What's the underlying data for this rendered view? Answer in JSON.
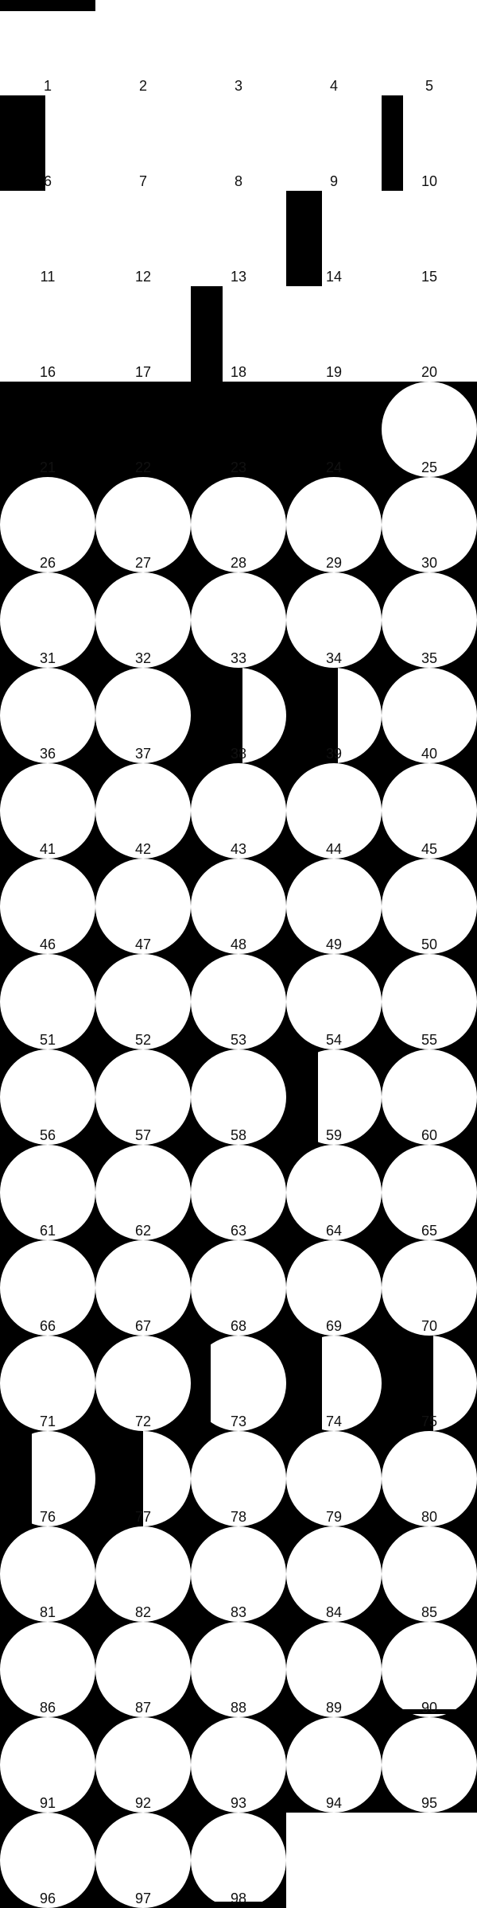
{
  "numbers": [
    "1",
    "2",
    "3",
    "4",
    "5",
    "6",
    "7",
    "8",
    "9",
    "10",
    "11",
    "12",
    "13",
    "14",
    "15",
    "16",
    "17",
    "18",
    "19",
    "20",
    "21",
    "22",
    "23",
    "24",
    "25",
    "26",
    "27",
    "28",
    "29",
    "30",
    "31",
    "32",
    "33",
    "34",
    "35",
    "36",
    "37",
    "38",
    "39",
    "40",
    "41",
    "42",
    "43",
    "44",
    "45",
    "46",
    "47",
    "48",
    "49",
    "50",
    "51",
    "52",
    "53",
    "54",
    "55",
    "56",
    "57",
    "58",
    "59",
    "60",
    "61",
    "62",
    "63",
    "64",
    "65",
    "66",
    "67",
    "68",
    "69",
    "70",
    "71",
    "72",
    "73",
    "74",
    "75",
    "76",
    "77",
    "78",
    "79",
    "80",
    "81",
    "82",
    "83",
    "84",
    "85",
    "86",
    "87",
    "88",
    "89",
    "90",
    "91",
    "92",
    "93",
    "94",
    "95",
    "96",
    "97",
    "98"
  ],
  "colors": {
    "background": "#ffffff",
    "ink": "#000000",
    "text": "#111111"
  }
}
